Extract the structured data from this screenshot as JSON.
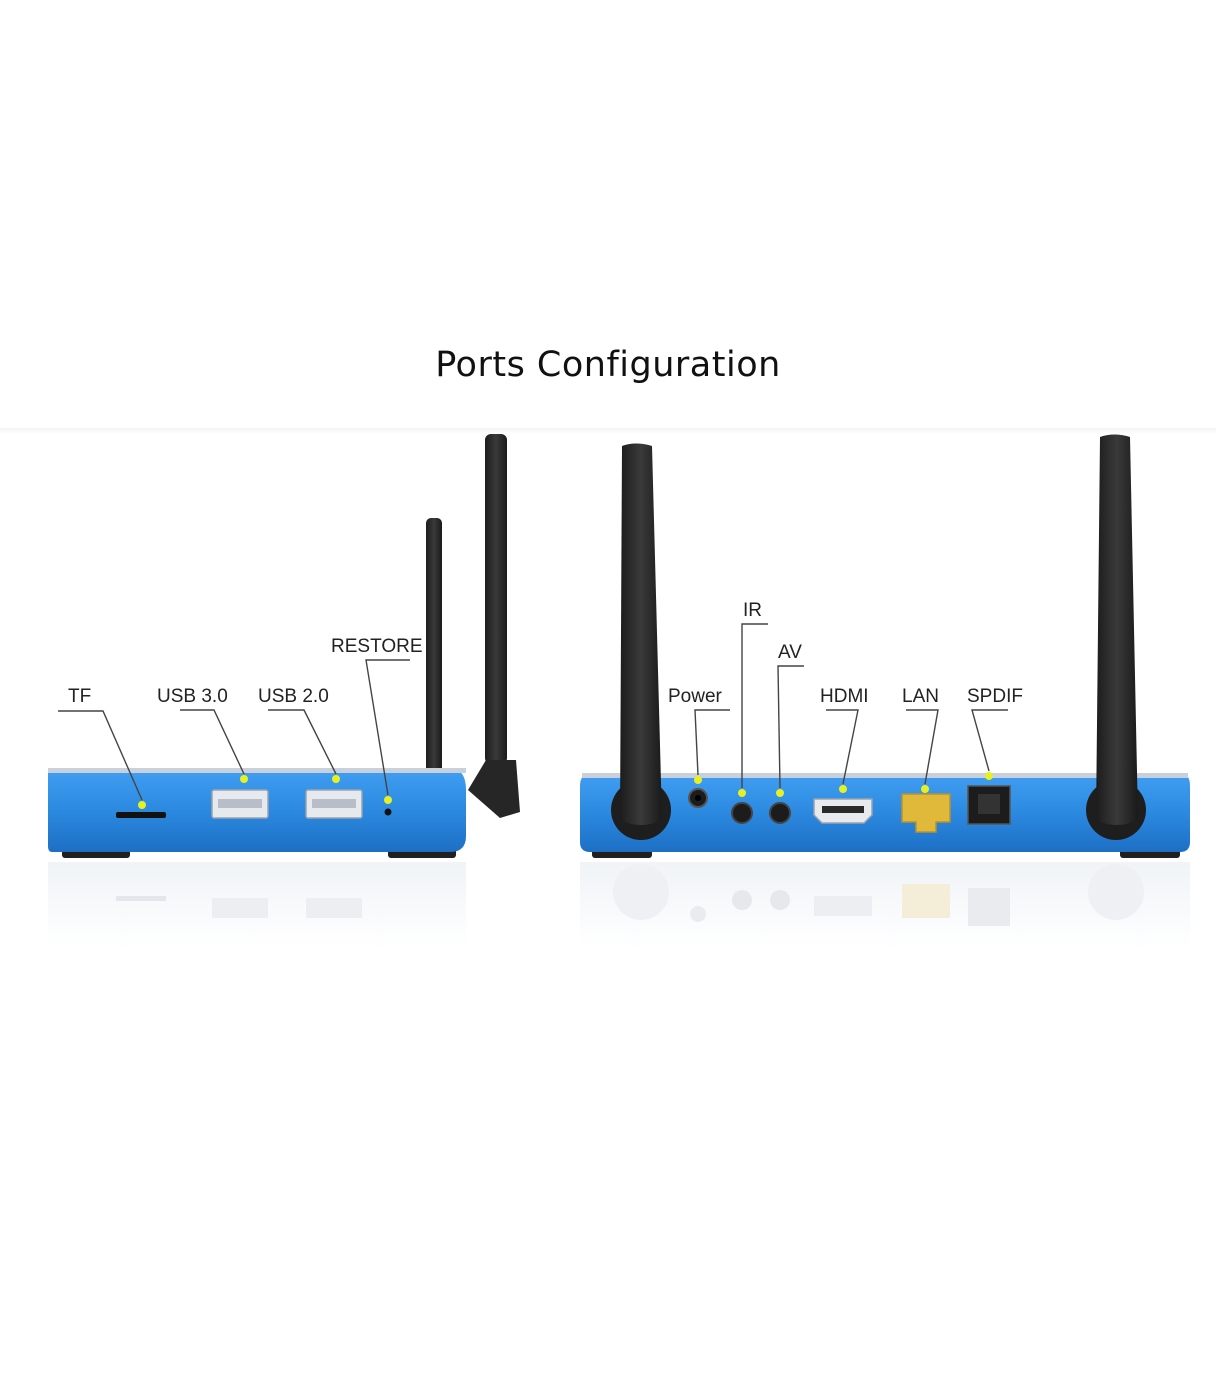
{
  "title": "Ports Configuration",
  "colors": {
    "device_body": "#2f8ee0",
    "device_dark": "#1b5fa8",
    "antenna": "#2a2a2a",
    "marker": "#e8f020",
    "lan_port": "#e0b83a"
  },
  "left_device": {
    "labels": {
      "tf": "TF",
      "usb3": "USB 3.0",
      "usb2": "USB 2.0",
      "restore": "RESTORE"
    }
  },
  "right_device": {
    "labels": {
      "power": "Power",
      "ir": "IR",
      "av": "AV",
      "hdmi": "HDMI",
      "lan": "LAN",
      "spdif": "SPDIF"
    }
  }
}
